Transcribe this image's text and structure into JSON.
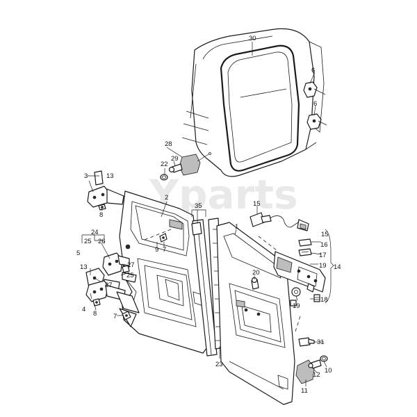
{
  "watermark": "Yparts",
  "callouts": {
    "c1": "1",
    "c2": "2",
    "c3": "3",
    "c4": "4",
    "c5": "5",
    "c6a": "6",
    "c6b": "6",
    "c7a": "7",
    "c7b": "7",
    "c8a": "8",
    "c8b": "8",
    "c9": "9",
    "c10": "10",
    "c11": "11",
    "c12": "12",
    "c13a": "13",
    "c13b": "13",
    "c14": "14",
    "c15a": "15",
    "c15b": "15",
    "c16": "16",
    "c17": "17",
    "c18": "18",
    "c19a": "19",
    "c19b": "19",
    "c20": "20",
    "c22": "22",
    "c23": "23",
    "c24": "24",
    "c25a": "25",
    "c25b": "25",
    "c26": "26",
    "c27a": "27",
    "c27b": "27",
    "c28": "28",
    "c29": "29",
    "c30": "30",
    "c31": "31",
    "c35": "35"
  }
}
